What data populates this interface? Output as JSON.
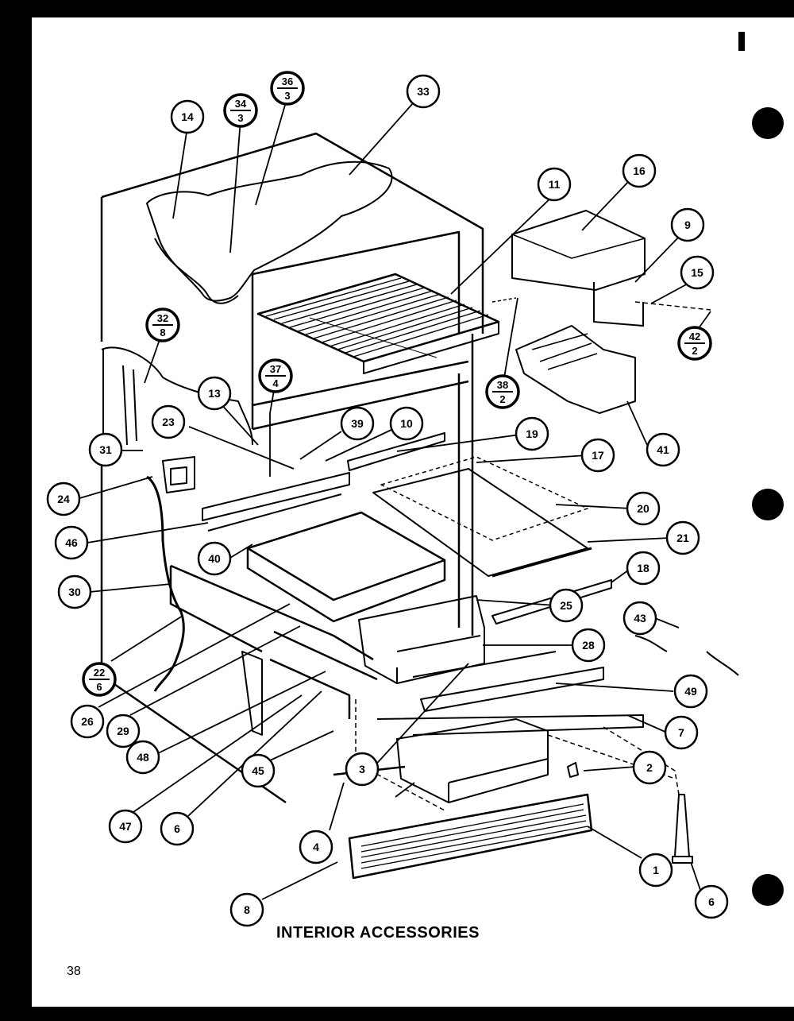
{
  "caption": "INTERIOR ACCESSORIES",
  "page_number": "38",
  "colors": {
    "ink": "#000000",
    "paper": "#ffffff"
  },
  "callouts": [
    {
      "id": "c14",
      "top": "14"
    },
    {
      "id": "c34",
      "top": "34",
      "bottom": "3"
    },
    {
      "id": "c36",
      "top": "36",
      "bottom": "3"
    },
    {
      "id": "c33",
      "top": "33"
    },
    {
      "id": "c11",
      "top": "11"
    },
    {
      "id": "c16",
      "top": "16"
    },
    {
      "id": "c9",
      "top": "9"
    },
    {
      "id": "c15",
      "top": "15"
    },
    {
      "id": "c42",
      "top": "42",
      "bottom": "2"
    },
    {
      "id": "c38",
      "top": "38",
      "bottom": "2"
    },
    {
      "id": "c41",
      "top": "41"
    },
    {
      "id": "c32",
      "top": "32",
      "bottom": "8"
    },
    {
      "id": "c37",
      "top": "37",
      "bottom": "4"
    },
    {
      "id": "c13",
      "top": "13"
    },
    {
      "id": "c23",
      "top": "23"
    },
    {
      "id": "c39",
      "top": "39"
    },
    {
      "id": "c10",
      "top": "10"
    },
    {
      "id": "c19",
      "top": "19"
    },
    {
      "id": "c17",
      "top": "17"
    },
    {
      "id": "c31",
      "top": "31"
    },
    {
      "id": "c24",
      "top": "24"
    },
    {
      "id": "c20",
      "top": "20"
    },
    {
      "id": "c46",
      "top": "46"
    },
    {
      "id": "c21",
      "top": "21"
    },
    {
      "id": "c40",
      "top": "40"
    },
    {
      "id": "c18",
      "top": "18"
    },
    {
      "id": "c30",
      "top": "30"
    },
    {
      "id": "c43",
      "top": "43"
    },
    {
      "id": "c25",
      "top": "25"
    },
    {
      "id": "c28",
      "top": "28"
    },
    {
      "id": "c22",
      "top": "22",
      "bottom": "6"
    },
    {
      "id": "c49",
      "top": "49"
    },
    {
      "id": "c26",
      "top": "26"
    },
    {
      "id": "c29",
      "top": "29"
    },
    {
      "id": "c7",
      "top": "7"
    },
    {
      "id": "c48",
      "top": "48"
    },
    {
      "id": "c2",
      "top": "2"
    },
    {
      "id": "c47",
      "top": "47"
    },
    {
      "id": "c6a",
      "top": "6"
    },
    {
      "id": "c45",
      "top": "45"
    },
    {
      "id": "c3",
      "top": "3"
    },
    {
      "id": "c4",
      "top": "4"
    },
    {
      "id": "c1",
      "top": "1"
    },
    {
      "id": "c8",
      "top": "8"
    },
    {
      "id": "c6b",
      "top": "6"
    }
  ]
}
